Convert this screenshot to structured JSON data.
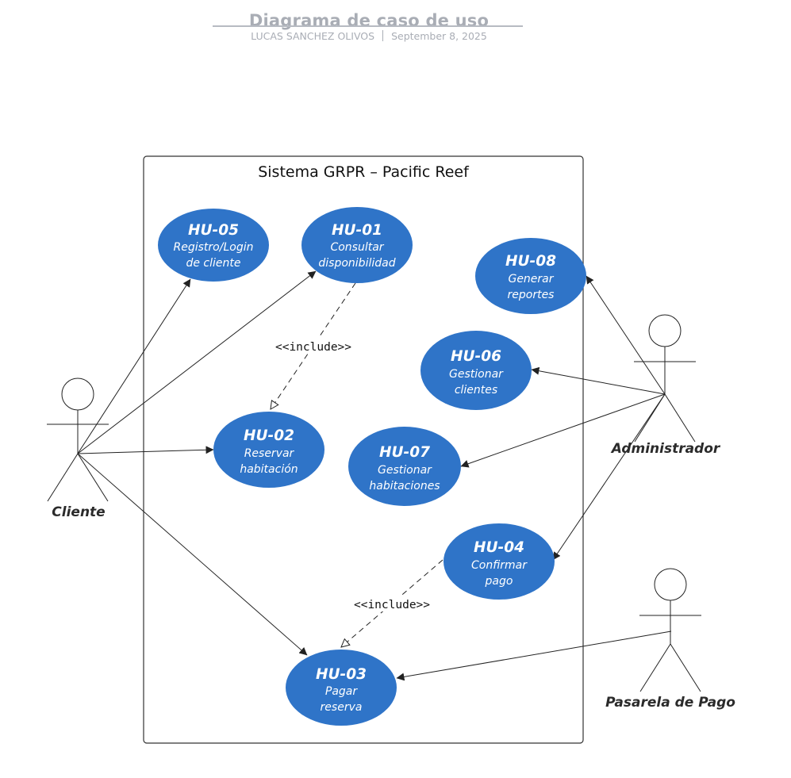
{
  "header": {
    "title": "Diagrama de caso de uso",
    "author": "LUCAS SANCHEZ OLIVOS",
    "date": "September 8, 2025"
  },
  "system": {
    "title": "Sistema GRPR – Pacific Reef"
  },
  "use_cases": {
    "hu05": {
      "id": "HU-05",
      "line1": "Registro/Login",
      "line2": "de cliente"
    },
    "hu01": {
      "id": "HU-01",
      "line1": "Consultar",
      "line2": "disponibilidad"
    },
    "hu08": {
      "id": "HU-08",
      "line1": "Generar",
      "line2": "reportes"
    },
    "hu06": {
      "id": "HU-06",
      "line1": "Gestionar",
      "line2": "clientes"
    },
    "hu02": {
      "id": "HU-02",
      "line1": "Reservar",
      "line2": "habitación"
    },
    "hu07": {
      "id": "HU-07",
      "line1": "Gestionar",
      "line2": "habitaciones"
    },
    "hu04": {
      "id": "HU-04",
      "line1": "Confirmar",
      "line2": "pago"
    },
    "hu03": {
      "id": "HU-03",
      "line1": "Pagar",
      "line2": "reserva"
    }
  },
  "actors": {
    "cliente": "Cliente",
    "administrador": "Administrador",
    "pasarela": "Pasarela de Pago"
  },
  "relations": {
    "include1": "<<include>>",
    "include2": "<<include>>"
  },
  "colors": {
    "use_case_fill": "#2f74c8",
    "line": "#222222",
    "header_text": "#a9adb5"
  }
}
